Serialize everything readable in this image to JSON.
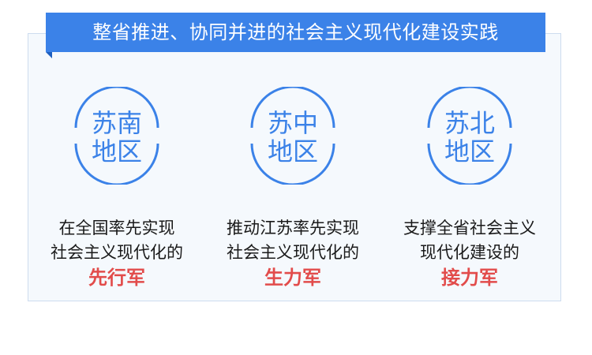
{
  "banner": {
    "title": "整省推进、协同并进的社会主义现代化建设实践"
  },
  "colors": {
    "accent_blue": "#3b82e8",
    "highlight_red": "#e24c4b",
    "panel_bg": "#f5f9fd"
  },
  "regions": [
    {
      "name_line1": "苏南",
      "name_line2": "地区",
      "desc_line1": "在全国率先实现",
      "desc_line2": "社会主义现代化的",
      "role": "先行军"
    },
    {
      "name_line1": "苏中",
      "name_line2": "地区",
      "desc_line1": "推动江苏率先实现",
      "desc_line2": "社会主义现代化的",
      "role": "生力军"
    },
    {
      "name_line1": "苏北",
      "name_line2": "地区",
      "desc_line1": "支撑全省社会主义",
      "desc_line2": "现代化建设的",
      "role": "接力军"
    }
  ]
}
